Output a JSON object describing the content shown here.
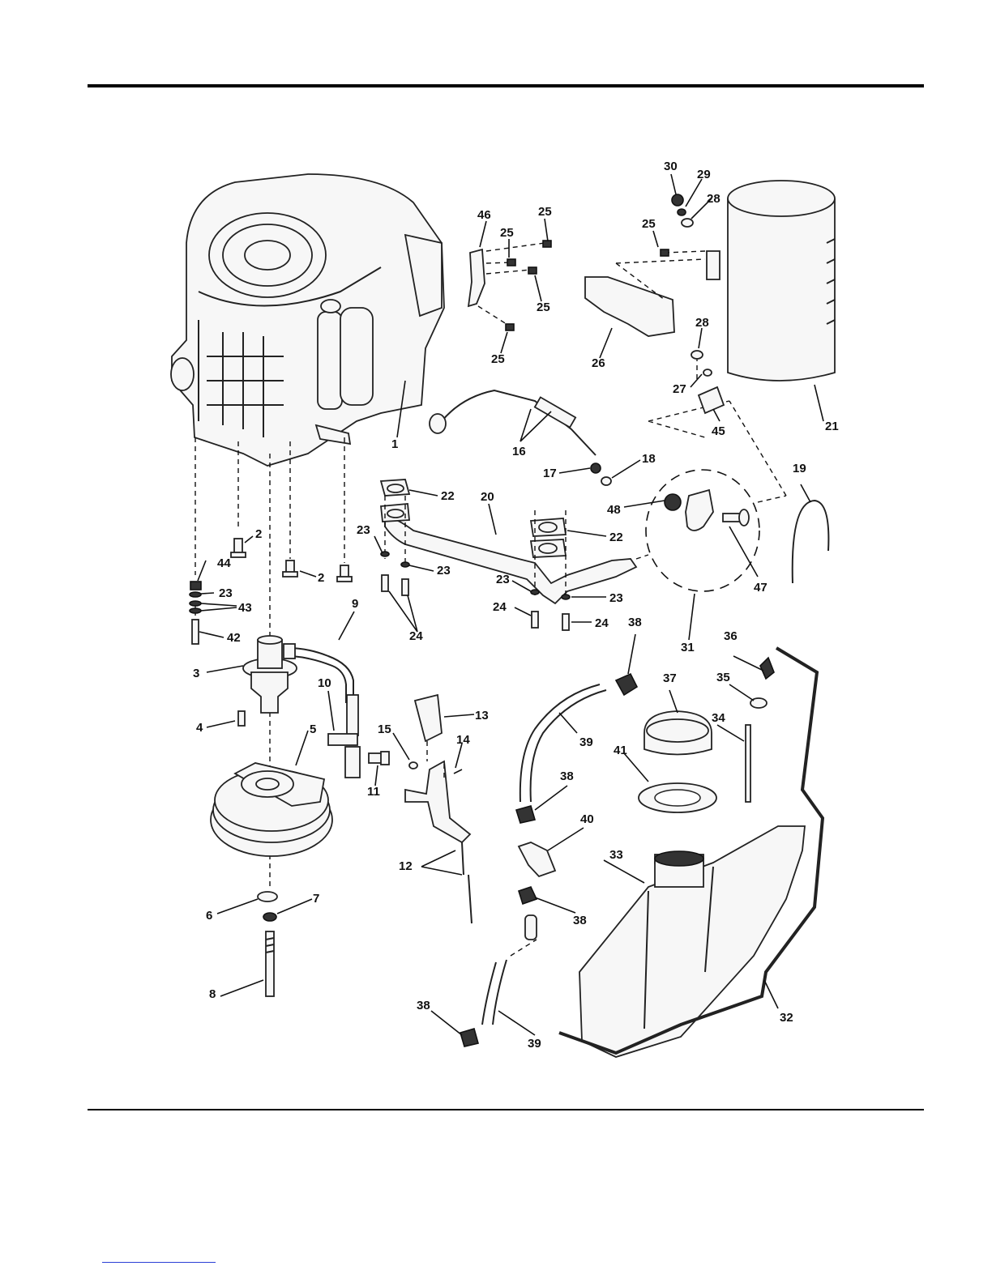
{
  "labels": [
    {
      "id": "1",
      "text": "1"
    },
    {
      "id": "2a",
      "text": "2"
    },
    {
      "id": "2b",
      "text": "2"
    },
    {
      "id": "3",
      "text": "3"
    },
    {
      "id": "4",
      "text": "4"
    },
    {
      "id": "5",
      "text": "5"
    },
    {
      "id": "6",
      "text": "6"
    },
    {
      "id": "7",
      "text": "7"
    },
    {
      "id": "8",
      "text": "8"
    },
    {
      "id": "9",
      "text": "9"
    },
    {
      "id": "10",
      "text": "10"
    },
    {
      "id": "11",
      "text": "11"
    },
    {
      "id": "12",
      "text": "12"
    },
    {
      "id": "13",
      "text": "13"
    },
    {
      "id": "14",
      "text": "14"
    },
    {
      "id": "15",
      "text": "15"
    },
    {
      "id": "16",
      "text": "16"
    },
    {
      "id": "17",
      "text": "17"
    },
    {
      "id": "18",
      "text": "18"
    },
    {
      "id": "19",
      "text": "19"
    },
    {
      "id": "20",
      "text": "20"
    },
    {
      "id": "21",
      "text": "21"
    },
    {
      "id": "22a",
      "text": "22"
    },
    {
      "id": "22b",
      "text": "22"
    },
    {
      "id": "23a",
      "text": "23"
    },
    {
      "id": "23b",
      "text": "23"
    },
    {
      "id": "23c",
      "text": "23"
    },
    {
      "id": "23d",
      "text": "23"
    },
    {
      "id": "23e",
      "text": "23"
    },
    {
      "id": "24a",
      "text": "24"
    },
    {
      "id": "24b",
      "text": "24"
    },
    {
      "id": "24c",
      "text": "24"
    },
    {
      "id": "25a",
      "text": "25"
    },
    {
      "id": "25b",
      "text": "25"
    },
    {
      "id": "25c",
      "text": "25"
    },
    {
      "id": "25d",
      "text": "25"
    },
    {
      "id": "25e",
      "text": "25"
    },
    {
      "id": "26",
      "text": "26"
    },
    {
      "id": "27",
      "text": "27"
    },
    {
      "id": "28a",
      "text": "28"
    },
    {
      "id": "28b",
      "text": "28"
    },
    {
      "id": "29",
      "text": "29"
    },
    {
      "id": "30",
      "text": "30"
    },
    {
      "id": "31",
      "text": "31"
    },
    {
      "id": "32",
      "text": "32"
    },
    {
      "id": "33",
      "text": "33"
    },
    {
      "id": "34",
      "text": "34"
    },
    {
      "id": "35",
      "text": "35"
    },
    {
      "id": "36",
      "text": "36"
    },
    {
      "id": "37",
      "text": "37"
    },
    {
      "id": "38a",
      "text": "38"
    },
    {
      "id": "38b",
      "text": "38"
    },
    {
      "id": "38c",
      "text": "38"
    },
    {
      "id": "38d",
      "text": "38"
    },
    {
      "id": "39a",
      "text": "39"
    },
    {
      "id": "39b",
      "text": "39"
    },
    {
      "id": "40",
      "text": "40"
    },
    {
      "id": "41",
      "text": "41"
    },
    {
      "id": "42",
      "text": "42"
    },
    {
      "id": "43",
      "text": "43"
    },
    {
      "id": "44",
      "text": "44"
    },
    {
      "id": "45",
      "text": "45"
    },
    {
      "id": "46",
      "text": "46"
    },
    {
      "id": "47",
      "text": "47"
    },
    {
      "id": "48",
      "text": "48"
    }
  ]
}
